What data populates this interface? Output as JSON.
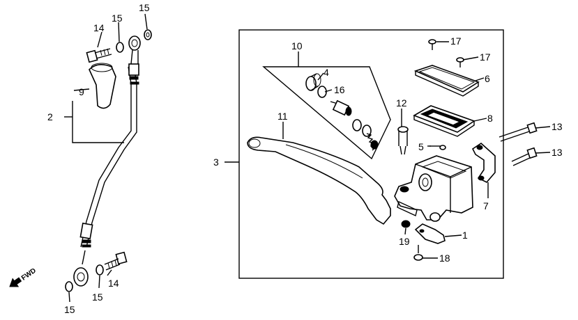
{
  "diagram": {
    "fwd_label": "FWD",
    "callouts": [
      {
        "id": "c1",
        "text": "1"
      },
      {
        "id": "c2",
        "text": "2"
      },
      {
        "id": "c3",
        "text": "3"
      },
      {
        "id": "c4",
        "text": "4"
      },
      {
        "id": "c5",
        "text": "5"
      },
      {
        "id": "c6",
        "text": "6"
      },
      {
        "id": "c7",
        "text": "7"
      },
      {
        "id": "c8",
        "text": "8"
      },
      {
        "id": "c9",
        "text": "9"
      },
      {
        "id": "c10",
        "text": "10"
      },
      {
        "id": "c11",
        "text": "11"
      },
      {
        "id": "c12",
        "text": "12"
      },
      {
        "id": "c13a",
        "text": "13"
      },
      {
        "id": "c13b",
        "text": "13"
      },
      {
        "id": "c14a",
        "text": "14"
      },
      {
        "id": "c14b",
        "text": "14"
      },
      {
        "id": "c15a",
        "text": "15"
      },
      {
        "id": "c15b",
        "text": "15"
      },
      {
        "id": "c15c",
        "text": "15"
      },
      {
        "id": "c15d",
        "text": "15"
      },
      {
        "id": "c16",
        "text": "16"
      },
      {
        "id": "c17a",
        "text": "17"
      },
      {
        "id": "c17b",
        "text": "17"
      },
      {
        "id": "c18",
        "text": "18"
      },
      {
        "id": "c19",
        "text": "19"
      }
    ]
  }
}
